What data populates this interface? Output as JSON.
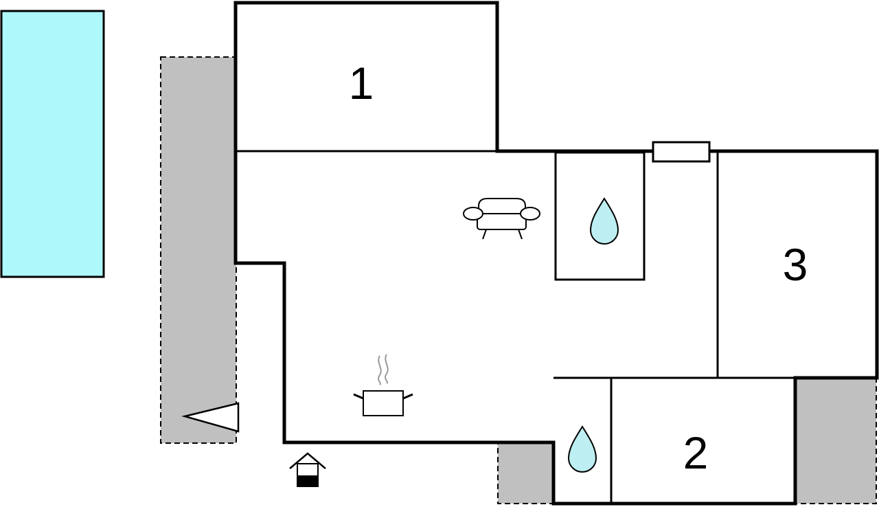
{
  "colors": {
    "pool": "#aef8fb",
    "terrace": "#c0c0c0",
    "wall": "#000000",
    "water": "#bdeff2",
    "floor": "#ffffff",
    "steam": "#999999"
  },
  "rooms": [
    {
      "number": "1"
    },
    {
      "number": "2"
    },
    {
      "number": "3"
    }
  ],
  "icons": [
    "pool",
    "terrace",
    "sofa-icon",
    "water-drop-icon",
    "cooking-pot-icon",
    "entrance-icon",
    "terrace-arrow-icon",
    "window"
  ]
}
